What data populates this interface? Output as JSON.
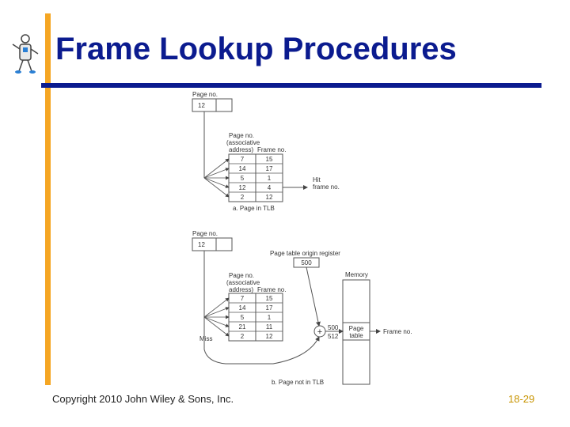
{
  "slide": {
    "title": "Frame Lookup Procedures",
    "copyright": "Copyright 2010 John Wiley & Sons, Inc.",
    "page_number": "18-29"
  },
  "diagram_a": {
    "page_no_label": "Page no.",
    "page_no_value": "12",
    "col_page_header_1": "Page no.",
    "col_page_header_2": "(associative",
    "col_page_header_3": "address)",
    "col_frame_header": "Frame no.",
    "rows": [
      {
        "page": "7",
        "frame": "15"
      },
      {
        "page": "14",
        "frame": "17"
      },
      {
        "page": "5",
        "frame": "1"
      },
      {
        "page": "12",
        "frame": "4"
      },
      {
        "page": "2",
        "frame": "12"
      }
    ],
    "hit_label_1": "Hit",
    "hit_label_2": "frame no.",
    "caption": "a. Page in TLB"
  },
  "diagram_b": {
    "page_no_label": "Page no.",
    "page_no_value": "12",
    "ptor_label": "Page table origin register",
    "ptor_value": "500",
    "memory_label": "Memory",
    "col_page_header_1": "Page no.",
    "col_page_header_2": "(associative",
    "col_page_header_3": "address)",
    "col_frame_header": "Frame no.",
    "rows": [
      {
        "page": "7",
        "frame": "15"
      },
      {
        "page": "14",
        "frame": "17"
      },
      {
        "page": "5",
        "frame": "1"
      },
      {
        "page": "21",
        "frame": "11"
      },
      {
        "page": "2",
        "frame": "12"
      }
    ],
    "miss_label": "Miss",
    "adder_symbol": "+",
    "addr_top": "500",
    "addr_bottom": "512",
    "page_table_label_1": "Page",
    "page_table_label_2": "table",
    "frame_no_label": "Frame no.",
    "caption": "b. Page not in TLB"
  }
}
